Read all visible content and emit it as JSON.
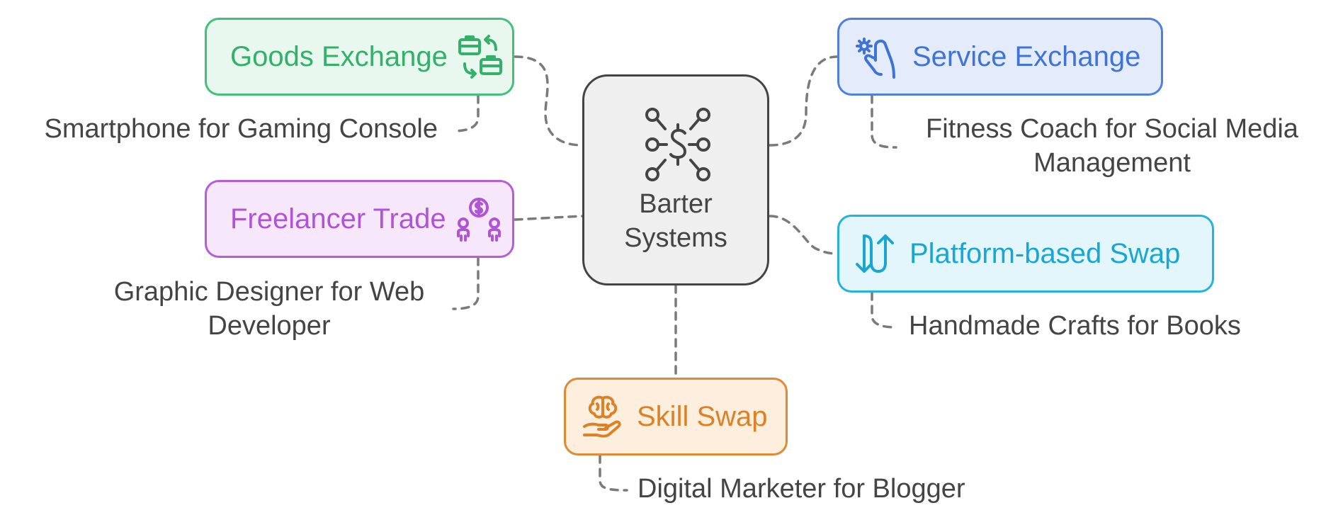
{
  "center": {
    "label_line1": "Barter",
    "label_line2": "Systems",
    "icon": "dollar-network-icon"
  },
  "branches": {
    "goods": {
      "label": "Goods Exchange",
      "icon": "briefcase-swap-icon",
      "description": "Smartphone for Gaming Console",
      "color": "#43c07a"
    },
    "freelancer": {
      "label": "Freelancer Trade",
      "icon": "people-dollar-icon",
      "description_line1": "Graphic Designer for Web",
      "description_line2": "Developer",
      "color": "#b45fd8"
    },
    "service": {
      "label": "Service Exchange",
      "icon": "hand-gear-icon",
      "description_line1": "Fitness Coach for Social Media",
      "description_line2": "Management",
      "color": "#4f80dd"
    },
    "platform": {
      "label": "Platform-based Swap",
      "icon": "up-down-arrows-icon",
      "description": "Handmade Crafts for Books",
      "color": "#27b2da"
    },
    "skill": {
      "label": "Skill Swap",
      "icon": "brain-hand-icon",
      "description": "Digital Marketer for Blogger",
      "color": "#e08a36"
    }
  }
}
